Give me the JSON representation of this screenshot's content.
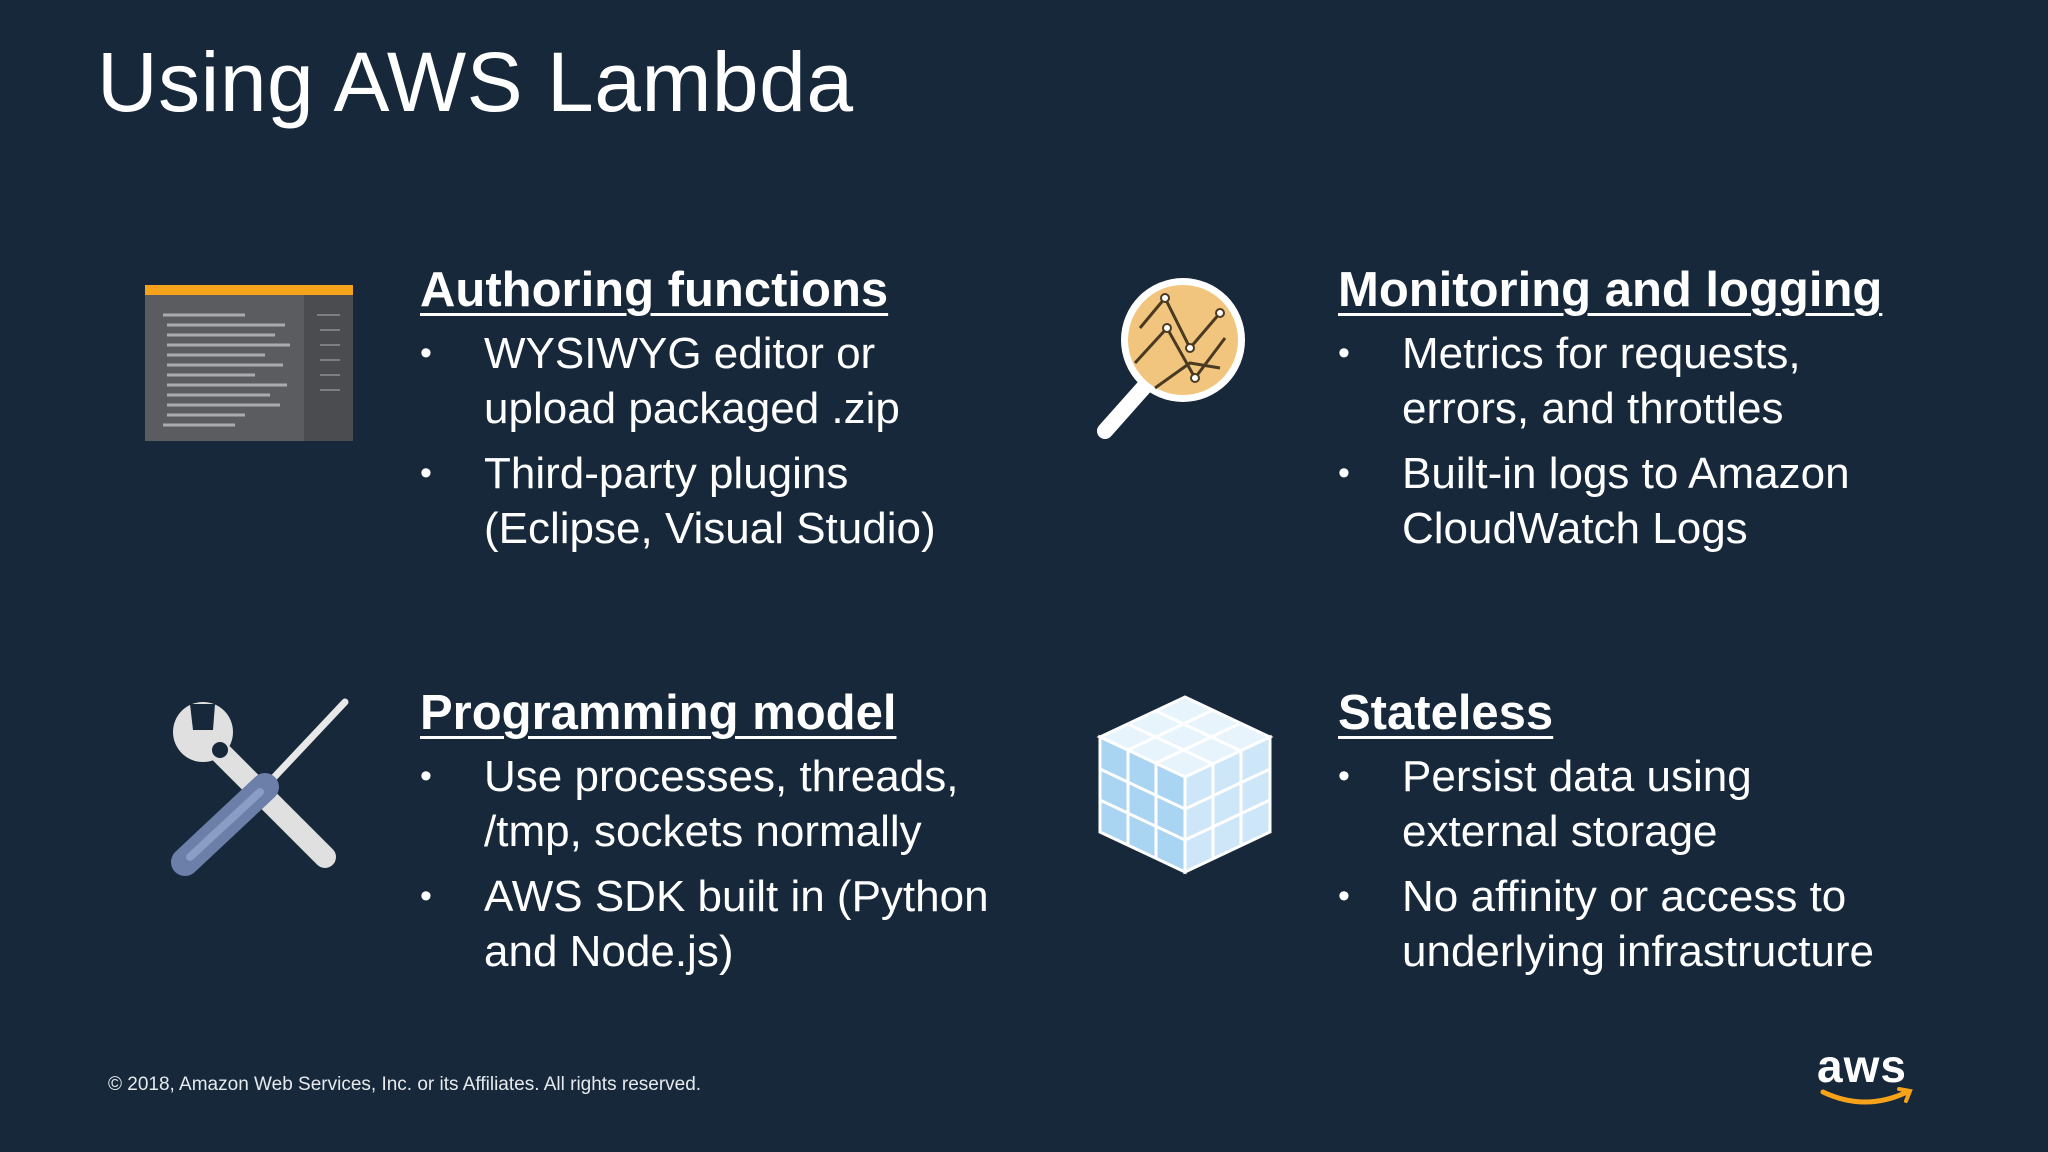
{
  "slide": {
    "title": "Using AWS Lambda",
    "sections": [
      {
        "heading": "Authoring functions",
        "icon": "editor-window-icon",
        "bullets": [
          [
            "WYSIWYG editor or",
            "upload packaged .zip"
          ],
          [
            "Third-party plugins",
            "(Eclipse, Visual Studio)"
          ]
        ]
      },
      {
        "heading": "Monitoring and logging",
        "icon": "magnifier-graph-icon",
        "bullets": [
          [
            "Metrics for requests,",
            "errors, and throttles"
          ],
          [
            "Built-in logs to Amazon",
            "CloudWatch Logs"
          ]
        ]
      },
      {
        "heading": "Programming model",
        "icon": "wrench-screwdriver-icon",
        "bullets": [
          [
            "Use processes, threads,",
            "/tmp, sockets normally"
          ],
          [
            "AWS SDK built in (Python",
            "and Node.js)"
          ]
        ]
      },
      {
        "heading": "Stateless",
        "icon": "cube-grid-icon",
        "bullets": [
          [
            "Persist data using",
            "external storage"
          ],
          [
            "No affinity or access to",
            "underlying infrastructure"
          ]
        ]
      }
    ],
    "bullet_char": "•",
    "footer": "© 2018, Amazon Web Services, Inc. or its Affiliates. All rights reserved.",
    "logo_text": "aws",
    "colors": {
      "background": "#16283a",
      "text": "#ffffff",
      "accent_orange": "#f7a21b",
      "cube_blue": "#bfe0f7"
    }
  }
}
